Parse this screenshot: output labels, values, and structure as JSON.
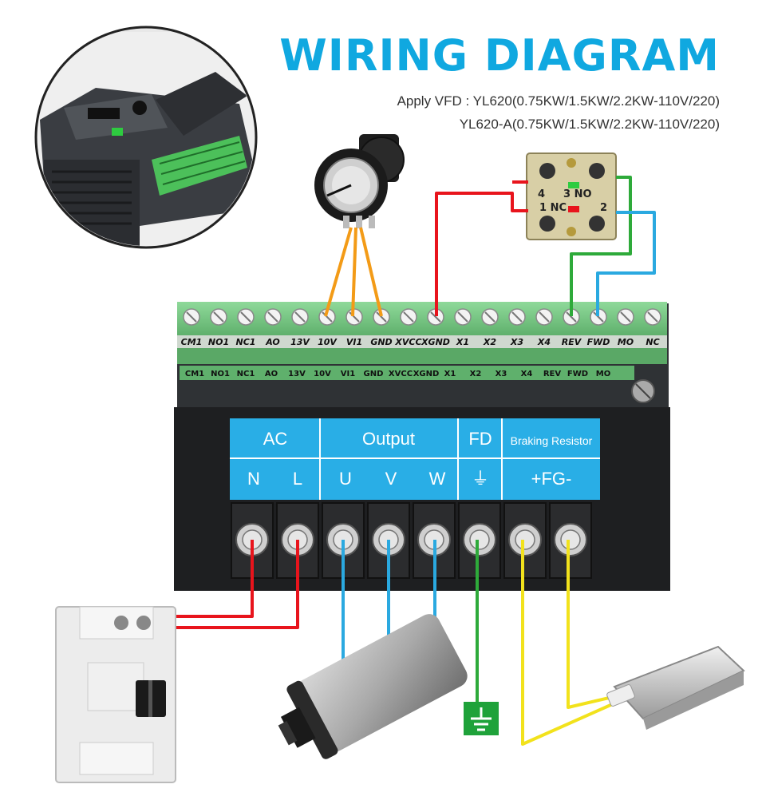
{
  "title": "WIRING DIAGRAM",
  "apply_line_1": "Apply VFD : YL620(0.75KW/1.5KW/2.2KW-110V/220)",
  "apply_line_2": "YL620-A(0.75KW/1.5KW/2.2KW-110V/220)",
  "control_terminals_top": [
    "CM1",
    "NO1",
    "NC1",
    "AO",
    "13V",
    "10V",
    "VI1",
    "GND",
    "XVCC",
    "XGND",
    "X1",
    "X2",
    "X3",
    "X4",
    "REV",
    "FWD",
    "MO",
    "NC"
  ],
  "control_terminals_bottom": [
    "CM1",
    "NO1",
    "NC1",
    "AO",
    "13V",
    "10V",
    "VI1",
    "GND",
    "XVCC",
    "XGND",
    "X1",
    "X2",
    "X3",
    "X4",
    "REV",
    "FWD",
    "MO"
  ],
  "power_groups": [
    {
      "header": "AC",
      "labels": [
        "N",
        "L"
      ]
    },
    {
      "header": "Output",
      "labels": [
        "U",
        "V",
        "W"
      ]
    },
    {
      "header": "FD",
      "labels": [
        "⏚"
      ]
    },
    {
      "header": "Braking Resistor",
      "labels": [
        "+FG-"
      ]
    }
  ],
  "switch_labels": {
    "no": "3 NO",
    "no_left": "4",
    "nc": "1 NC",
    "nc_right": "2"
  },
  "colors": {
    "title": "#10a8e0",
    "header_bg": "#29aee6",
    "wire_red": "#e8141c",
    "wire_orange": "#f39b17",
    "wire_green": "#2eaa3a",
    "wire_blue": "#2aa9e0",
    "wire_yellow": "#f2e21c",
    "terminal_green": "#7fcf8a",
    "ground_box": "#1fa23a"
  }
}
